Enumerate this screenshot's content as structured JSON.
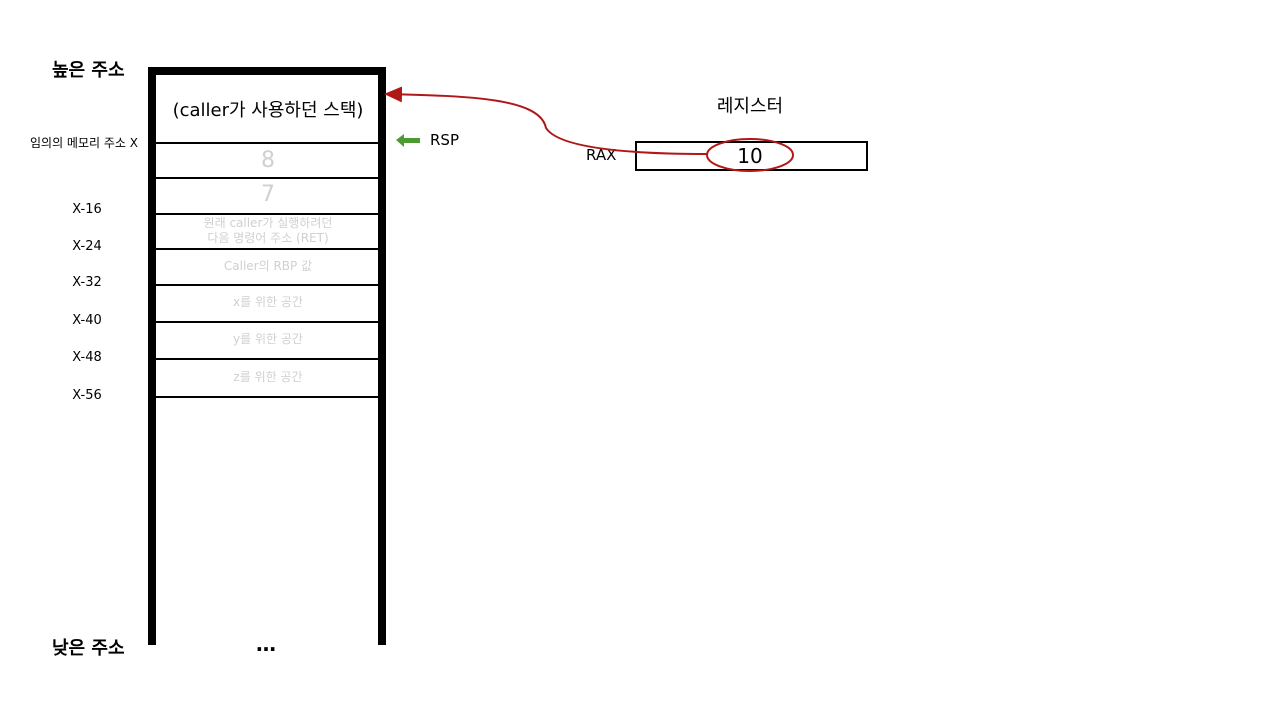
{
  "labels": {
    "high_address": "높은 주소",
    "low_address": "낮은 주소",
    "arbitrary_address": "임의의 메모리 주소 X",
    "registers_title": "레지스터",
    "rsp": "RSP",
    "rax": "RAX",
    "rax_value": "10",
    "ellipsis": "…"
  },
  "stack": {
    "caller_stack": "(caller가 사용하던 스택)",
    "slots": [
      {
        "line1": "8",
        "line2": ""
      },
      {
        "line1": "7",
        "line2": ""
      },
      {
        "line1": "원래 caller가 실행하려던",
        "line2": "다음 명령어 주소 (RET)"
      },
      {
        "line1": "Caller의 RBP 값",
        "line2": ""
      },
      {
        "line1": "x를 위한 공간",
        "line2": ""
      },
      {
        "line1": "y를 위한 공간",
        "line2": ""
      },
      {
        "line1": "z를 위한 공간",
        "line2": ""
      }
    ],
    "offsets": [
      "X-16",
      "X-24",
      "X-32",
      "X-40",
      "X-48",
      "X-56"
    ]
  },
  "colors": {
    "arrow_red": "#b01818",
    "rsp_arrow_green": "#4c9a32",
    "faded_text": "#d0d0d0"
  }
}
